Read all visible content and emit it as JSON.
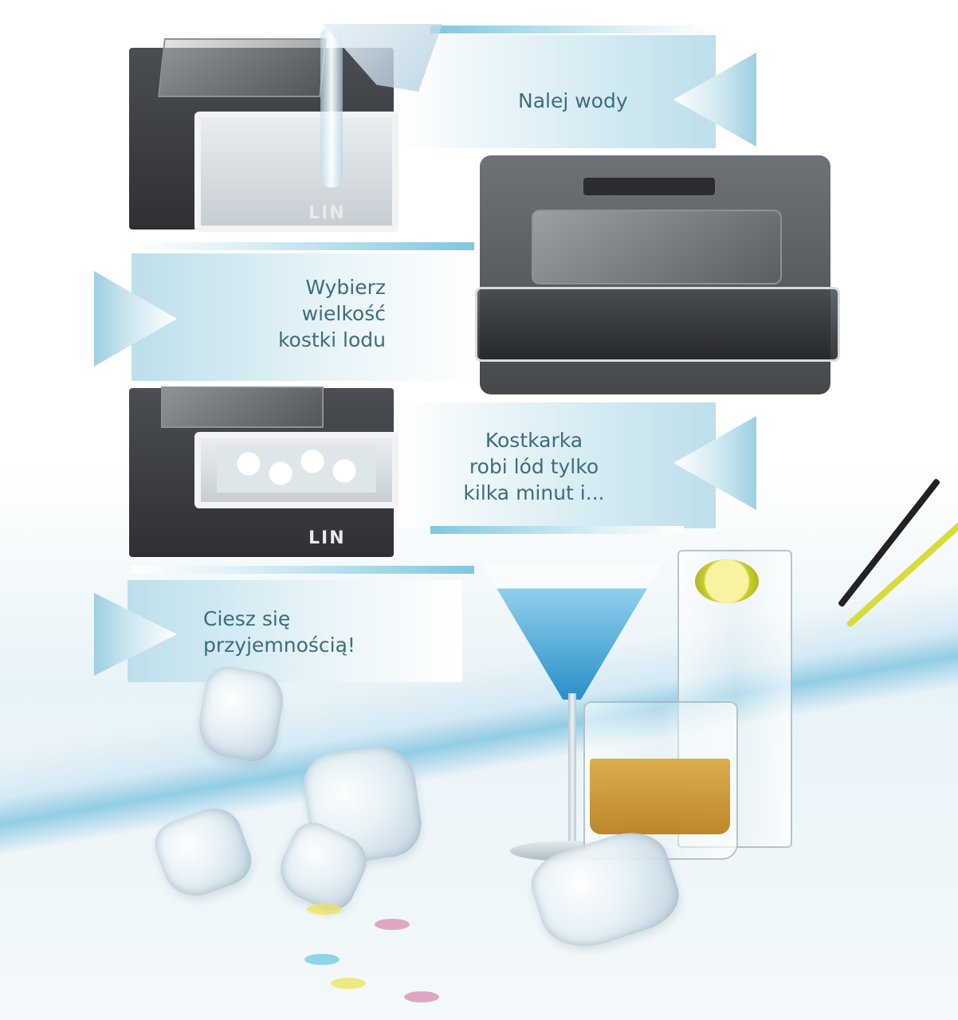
{
  "captions": {
    "step1": "Nalej wody",
    "step2": [
      "Wybierz",
      "wielkość",
      "kostki lodu"
    ],
    "step3": [
      "Kostkarka",
      "robi lód tylko",
      "kilka minut i..."
    ],
    "step4": [
      "Ciesz się",
      "przyjemnością!"
    ]
  },
  "brand": {
    "logo_top": "LIN",
    "logo_bottom": "LIN"
  },
  "colors": {
    "caption_text": "#3c6d7c",
    "banner_accent": "#7fc7e0",
    "device_body": "#3a3c40"
  }
}
